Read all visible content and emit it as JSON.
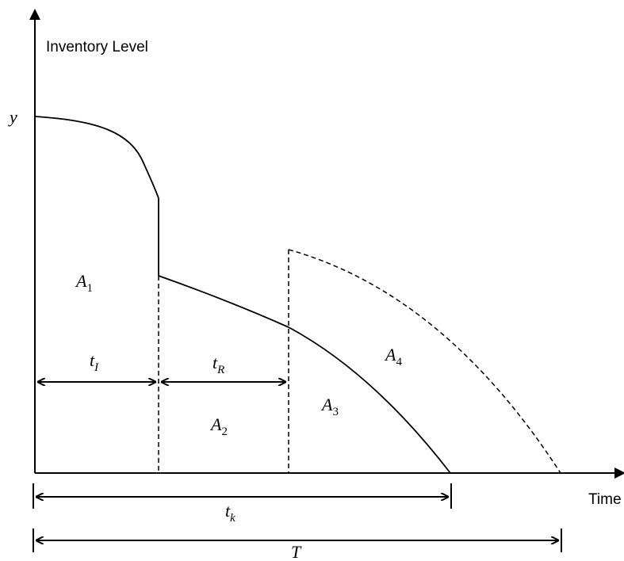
{
  "axes": {
    "y_label": "Inventory Level",
    "x_label": "Time",
    "y_tick": "y"
  },
  "areas": [
    {
      "base": "A",
      "sub": "1"
    },
    {
      "base": "A",
      "sub": "2"
    },
    {
      "base": "A",
      "sub": "3"
    },
    {
      "base": "A",
      "sub": "4"
    }
  ],
  "intervals": {
    "t_I": {
      "base": "t",
      "sub": "I"
    },
    "t_R": {
      "base": "t",
      "sub": "R"
    },
    "t_k": {
      "base": "t",
      "sub": "k"
    },
    "T": {
      "base": "T"
    }
  },
  "colors": {
    "line": "#000000",
    "background": "#ffffff"
  }
}
